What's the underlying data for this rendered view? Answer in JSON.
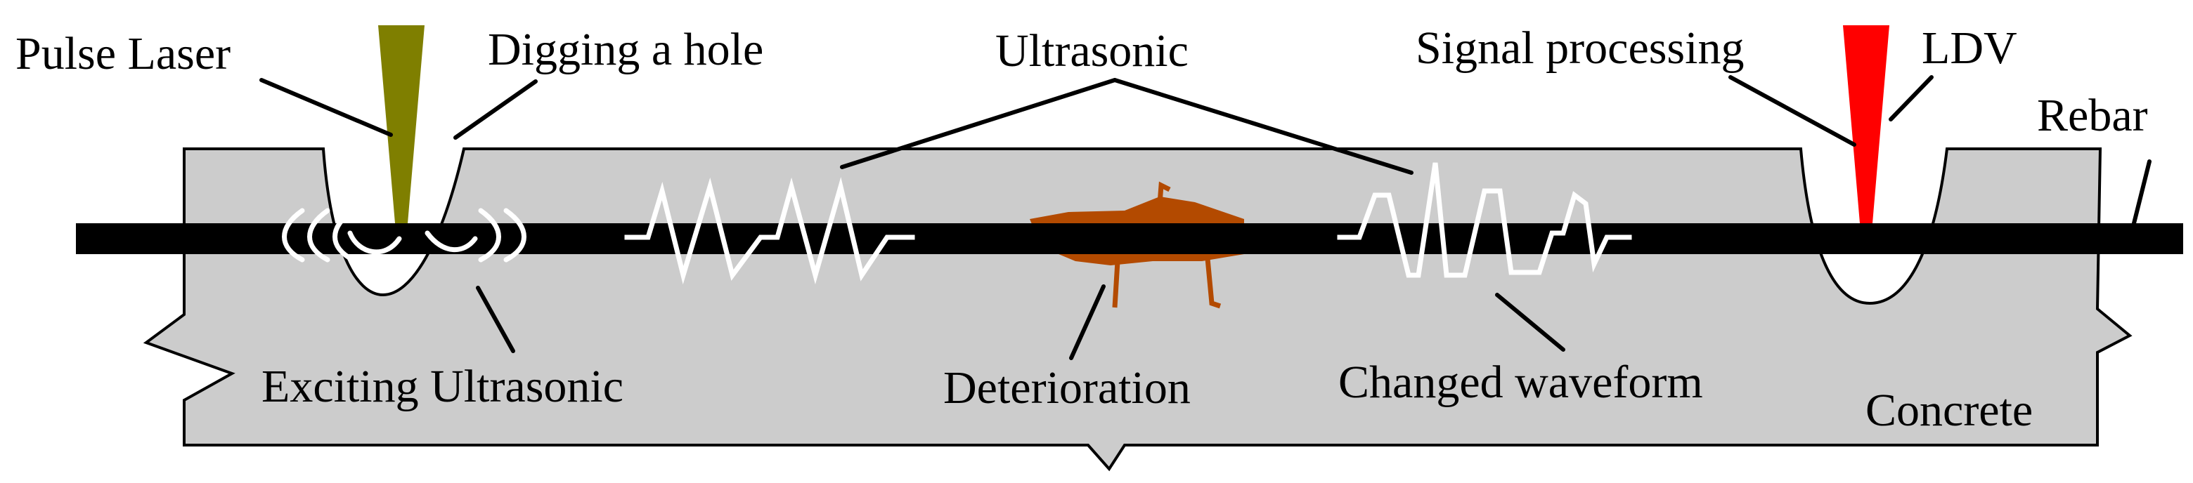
{
  "labels": {
    "pulse_laser": "Pulse Laser",
    "digging_hole": "Digging a hole",
    "ultrasonic": "Ultrasonic",
    "signal_processing": "Signal processing",
    "ldv": "LDV",
    "rebar": "Rebar",
    "exciting_ultrasonic": "Exciting Ultrasonic",
    "deterioration": "Deterioration",
    "changed_waveform": "Changed waveform",
    "concrete": "Concrete"
  },
  "colors": {
    "concrete_fill": "#cccccc",
    "rebar": "#000000",
    "pulse_laser_beam": "#7f7f00",
    "ldv_beam": "#ff0000",
    "deterioration": "#b34a00",
    "wave": "#ffffff",
    "text": "#000000"
  }
}
